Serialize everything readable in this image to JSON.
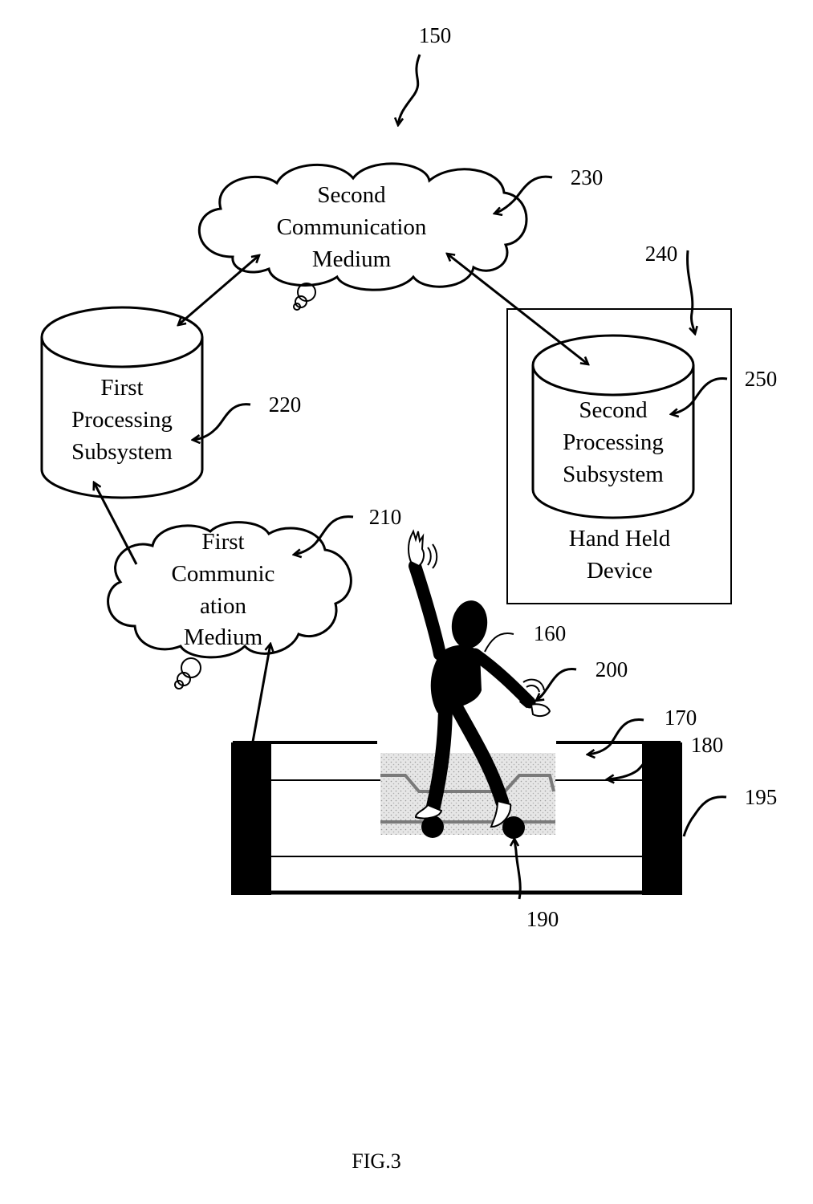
{
  "figure": {
    "caption": "FIG.3",
    "system_ref": "150"
  },
  "second_medium": {
    "lines": [
      "Second",
      "Communication",
      "Medium"
    ],
    "ref": "230"
  },
  "first_processing": {
    "lines": [
      "First",
      "Processing",
      "Subsystem"
    ],
    "ref": "220"
  },
  "hand_held_device": {
    "lines": [
      "Hand Held",
      "Device"
    ],
    "ref": "240"
  },
  "second_processing": {
    "lines": [
      "Second",
      "Processing",
      "Subsystem"
    ],
    "ref": "250"
  },
  "first_medium": {
    "lines": [
      "First",
      "Communic",
      "ation",
      "Medium"
    ],
    "ref": "210"
  },
  "user": {
    "ref": "160"
  },
  "wrist_sensor": {
    "ref": "200"
  },
  "platform": {
    "top_belt_ref": "170",
    "inner_belt_ref": "180",
    "roller_ref": "190",
    "frame_ref": "195"
  }
}
